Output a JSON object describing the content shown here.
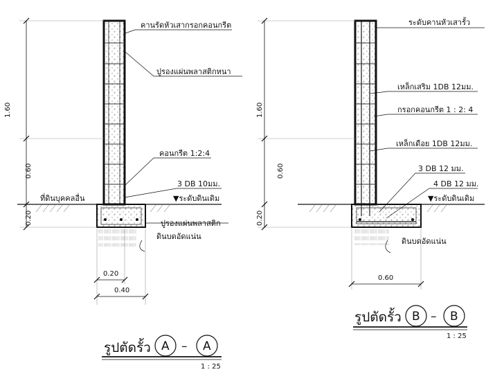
{
  "section_a": {
    "labels": {
      "beam_top": "คานรัดหัวเสากรอกคอนกรีต",
      "plastic_thick": "ปูรองแผ่นพลาสติกหนา",
      "concrete_mix": "คอนกรีต 1:2:4",
      "rebar": "3 DB 10มม.",
      "ground_level": "▼ระดับดินเดิม",
      "fill_ground": "ที่ดินบุคคลอื่น",
      "plastic_base": "ปูรองแผ่นพลาสติก",
      "compacted_soil": "ดินบดอัดแน่น"
    },
    "dims": {
      "total_height": "1.60",
      "upper_height": "0.60",
      "footing_depth": "0.20",
      "wall_width": "0.20",
      "footing_width": "0.40"
    },
    "title": {
      "text": "รูปตัดรั้ว",
      "from": "A",
      "dash": "–",
      "to": "A",
      "scale": "1 : 25"
    }
  },
  "section_b": {
    "labels": {
      "beam_top": "ระดับคานหัวเสารั้ว",
      "rebar_main": "เหล็กเสริม 1DB 12มม.",
      "concrete_mix": "กรอกคอนกรีต 1 : 2: 4",
      "rebar_tie": "เหล็กเดือย 1DB 12มม.",
      "rebar_3": "3 DB 12 มม.",
      "rebar_4": "4 DB 12 มม.",
      "ground_level": "▼ระดับดินเดิม",
      "compacted_soil": "ดินบดอัดแน่น"
    },
    "dims": {
      "total_height": "1.60",
      "upper_height": "0.60",
      "footing_depth": "0.20",
      "footing_width": "0.60"
    },
    "title": {
      "text": "รูปตัดรั้ว",
      "from": "B",
      "dash": "–",
      "to": "B",
      "scale": "1 : 25"
    }
  }
}
